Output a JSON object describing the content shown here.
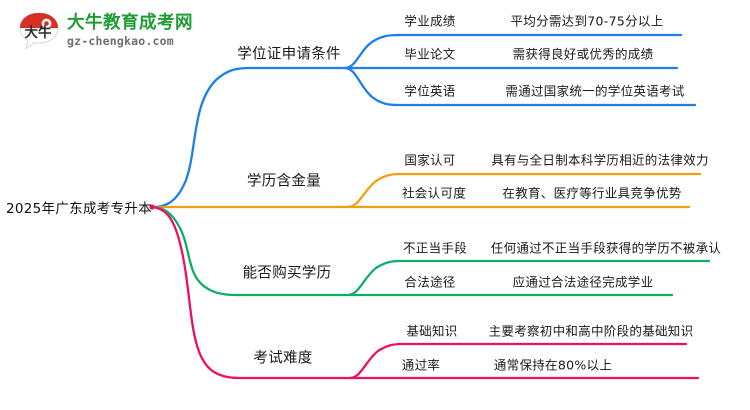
{
  "branding": {
    "logo_icon": "speech-bubble-logo-icon",
    "logo_mark_text": "大牛",
    "site_name": "大牛教育成考网",
    "site_url": "gz-chengkao.com",
    "brand_green": "#1f9c35",
    "brand_red": "#d62f26"
  },
  "mindmap": {
    "root": {
      "label": "2025年广东成考专升本"
    },
    "branches": [
      {
        "label": "学位证申请条件",
        "color": "#1f7eec",
        "children": [
          {
            "label": "学业成绩",
            "detail": "平均分需达到70-75分以上"
          },
          {
            "label": "毕业论文",
            "detail": "需获得良好或优秀的成绩"
          },
          {
            "label": "学位英语",
            "detail": "需通过国家统一的学位英语考试"
          }
        ]
      },
      {
        "label": "学历含金量",
        "color": "#efa011",
        "children": [
          {
            "label": "国家认可",
            "detail": "具有与全日制本科学历相近的法律效力"
          },
          {
            "label": "社会认可度",
            "detail": "在教育、医疗等行业具竞争优势"
          }
        ]
      },
      {
        "label": "能否购买学历",
        "color": "#0fae67",
        "children": [
          {
            "label": "不正当手段",
            "detail": "任何通过不正当手段获得的学历不被承认"
          },
          {
            "label": "合法途径",
            "detail": "应通过合法途径完成学业"
          }
        ]
      },
      {
        "label": "考试难度",
        "color": "#ec1064",
        "children": [
          {
            "label": "基础知识",
            "detail": "主要考察初中和高中阶段的基础知识"
          },
          {
            "label": "通过率",
            "detail": "通常保持在80%以上"
          }
        ]
      }
    ]
  }
}
